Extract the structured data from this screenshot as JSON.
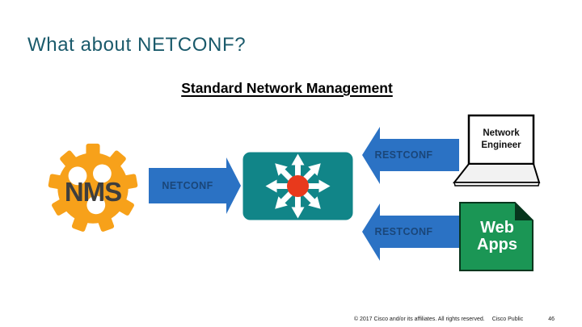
{
  "slide": {
    "title": "What about NETCONF?",
    "heading": "Standard Network Management"
  },
  "diagram": {
    "nms": {
      "label": "NMS",
      "icon": "gear-icon"
    },
    "netconf_arrow": {
      "label": "NETCONF",
      "direction": "right",
      "icon": "right-arrow-icon"
    },
    "device": {
      "icon": "network-device-icon"
    },
    "restconf_arrow_top": {
      "label": "RESTCONF",
      "direction": "left",
      "icon": "left-arrow-icon"
    },
    "restconf_arrow_bottom": {
      "label": "RESTCONF",
      "direction": "left",
      "icon": "left-arrow-icon"
    },
    "network_engineer": {
      "line1": "Network",
      "line2": "Engineer",
      "icon": "laptop-icon"
    },
    "web_apps": {
      "line1": "Web",
      "line2": "Apps",
      "icon": "document-icon"
    }
  },
  "footer": {
    "copyright": "© 2017 Cisco and/or its affiliates. All rights reserved.",
    "classification": "Cisco Public",
    "page_number": "46"
  },
  "colors": {
    "title_teal": "#1A5A6B",
    "heading_black": "#000000",
    "gear_orange": "#F7A11A",
    "nms_text": "#3E3E3E",
    "arrow_blue": "#2B72C4",
    "arrow_text_navy": "#1A4679",
    "device_teal": "#118588",
    "device_center_red": "#E8391C",
    "web_apps_green": "#1B9655",
    "web_apps_fold": "#07361D",
    "footer_text": "#1A1A1A"
  }
}
